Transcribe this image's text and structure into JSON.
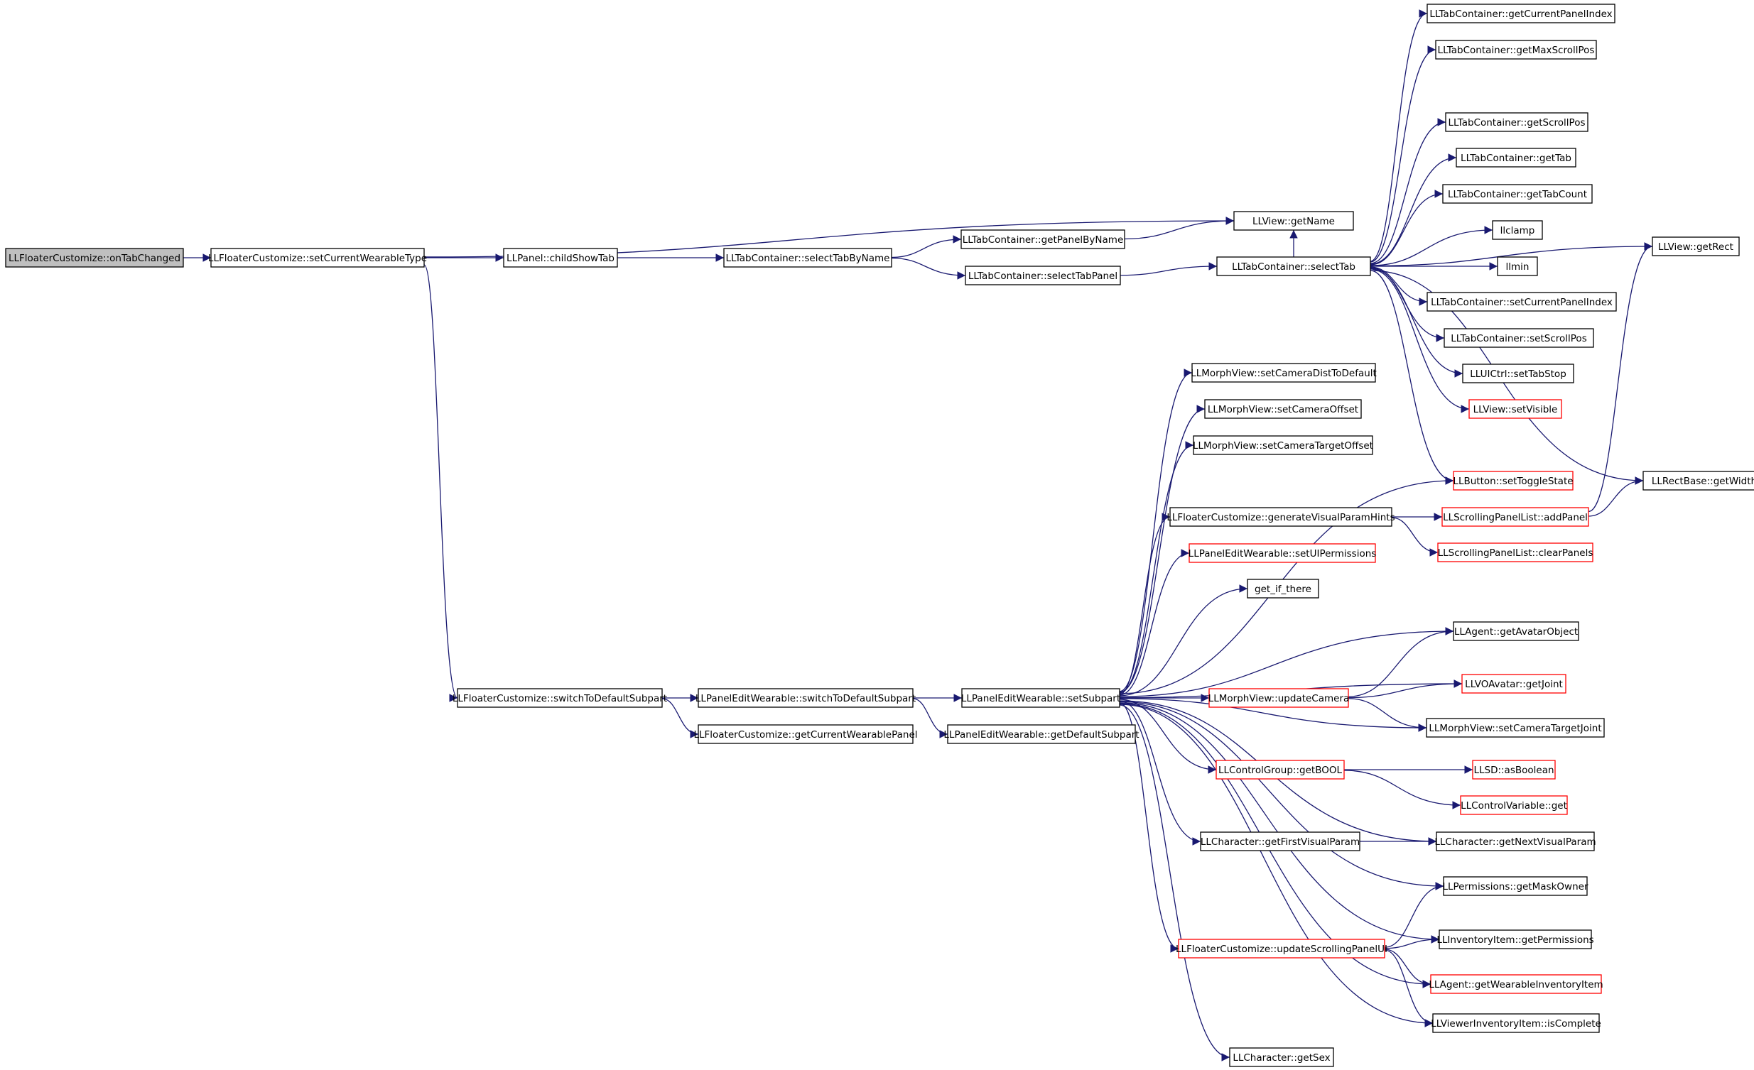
{
  "colors": {
    "edge": "#191970",
    "node_border": "#000000",
    "node_border_truncated": "#ff0000",
    "root_fill": "#bfbfbf",
    "node_fill": "#ffffff",
    "text": "#000000"
  },
  "nodes": [
    {
      "id": "root",
      "label": "LLFloaterCustomize::onTabChanged",
      "root": true
    },
    {
      "id": "setCWT",
      "label": "LLFloaterCustomize::setCurrentWearableType"
    },
    {
      "id": "childShowTab",
      "label": "LLPanel::childShowTab"
    },
    {
      "id": "selectTabByName",
      "label": "LLTabContainer::selectTabByName"
    },
    {
      "id": "getPanelByName",
      "label": "LLTabContainer::getPanelByName"
    },
    {
      "id": "selectTabPanel",
      "label": "LLTabContainer::selectTabPanel"
    },
    {
      "id": "getName",
      "label": "LLView::getName"
    },
    {
      "id": "selectTab",
      "label": "LLTabContainer::selectTab"
    },
    {
      "id": "getCurrentPanelIndex",
      "label": "LLTabContainer::getCurrentPanelIndex"
    },
    {
      "id": "getMaxScrollPos",
      "label": "LLTabContainer::getMaxScrollPos"
    },
    {
      "id": "getScrollPos",
      "label": "LLTabContainer::getScrollPos"
    },
    {
      "id": "getTab",
      "label": "LLTabContainer::getTab"
    },
    {
      "id": "getTabCount",
      "label": "LLTabContainer::getTabCount"
    },
    {
      "id": "llclamp",
      "label": "llclamp"
    },
    {
      "id": "llmin",
      "label": "llmin"
    },
    {
      "id": "setCurrentPanelIndex",
      "label": "LLTabContainer::setCurrentPanelIndex"
    },
    {
      "id": "setScrollPos",
      "label": "LLTabContainer::setScrollPos"
    },
    {
      "id": "setTabStop",
      "label": "LLUICtrl::setTabStop"
    },
    {
      "id": "setVisible",
      "label": "LLView::setVisible",
      "truncated": true
    },
    {
      "id": "setToggleState",
      "label": "LLButton::setToggleState",
      "truncated": true
    },
    {
      "id": "getRect",
      "label": "LLView::getRect"
    },
    {
      "id": "getWidth",
      "label": "LLRectBase::getWidth"
    },
    {
      "id": "setCameraDistToDefault",
      "label": "LLMorphView::setCameraDistToDefault"
    },
    {
      "id": "setCameraOffset",
      "label": "LLMorphView::setCameraOffset"
    },
    {
      "id": "setCameraTargetOffset",
      "label": "LLMorphView::setCameraTargetOffset"
    },
    {
      "id": "genVPH",
      "label": "LLFloaterCustomize::generateVisualParamHints"
    },
    {
      "id": "addPanel",
      "label": "LLScrollingPanelList::addPanel",
      "truncated": true
    },
    {
      "id": "clearPanels",
      "label": "LLScrollingPanelList::clearPanels",
      "truncated": true
    },
    {
      "id": "setUIPermissions",
      "label": "LLPanelEditWearable::setUIPermissions",
      "truncated": true
    },
    {
      "id": "get_if_there",
      "label": "get_if_there"
    },
    {
      "id": "getAvatarObject",
      "label": "LLAgent::getAvatarObject"
    },
    {
      "id": "getJoint",
      "label": "LLVOAvatar::getJoint",
      "truncated": true
    },
    {
      "id": "updateCamera",
      "label": "LLMorphView::updateCamera",
      "truncated": true
    },
    {
      "id": "setCameraTargetJoint",
      "label": "LLMorphView::setCameraTargetJoint"
    },
    {
      "id": "switchFC",
      "label": "LLFloaterCustomize::switchToDefaultSubpart"
    },
    {
      "id": "switchPEW",
      "label": "LLPanelEditWearable::switchToDefaultSubpart"
    },
    {
      "id": "setSubpart",
      "label": "LLPanelEditWearable::setSubpart"
    },
    {
      "id": "getCWP",
      "label": "LLFloaterCustomize::getCurrentWearablePanel"
    },
    {
      "id": "getDefaultSubpart",
      "label": "LLPanelEditWearable::getDefaultSubpart"
    },
    {
      "id": "getBOOL",
      "label": "LLControlGroup::getBOOL",
      "truncated": true
    },
    {
      "id": "asBoolean",
      "label": "LLSD::asBoolean",
      "truncated": true
    },
    {
      "id": "cvGet",
      "label": "LLControlVariable::get",
      "truncated": true
    },
    {
      "id": "getFirstVP",
      "label": "LLCharacter::getFirstVisualParam"
    },
    {
      "id": "getNextVP",
      "label": "LLCharacter::getNextVisualParam"
    },
    {
      "id": "getMaskOwner",
      "label": "LLPermissions::getMaskOwner"
    },
    {
      "id": "getPermissions",
      "label": "LLInventoryItem::getPermissions"
    },
    {
      "id": "updateSPUI",
      "label": "LLFloaterCustomize::updateScrollingPanelUI",
      "truncated": true
    },
    {
      "id": "getWII",
      "label": "LLAgent::getWearableInventoryItem",
      "truncated": true
    },
    {
      "id": "isComplete",
      "label": "LLViewerInventoryItem::isComplete"
    },
    {
      "id": "getSex",
      "label": "LLCharacter::getSex"
    }
  ],
  "edges": [
    [
      "root",
      "setCWT"
    ],
    [
      "setCWT",
      "getName"
    ],
    [
      "setCWT",
      "childShowTab"
    ],
    [
      "setCWT",
      "switchFC"
    ],
    [
      "childShowTab",
      "selectTabByName"
    ],
    [
      "selectTabByName",
      "getPanelByName"
    ],
    [
      "selectTabByName",
      "selectTabPanel"
    ],
    [
      "getPanelByName",
      "getName"
    ],
    [
      "selectTabPanel",
      "selectTab"
    ],
    [
      "selectTab",
      "getCurrentPanelIndex"
    ],
    [
      "selectTab",
      "getMaxScrollPos"
    ],
    [
      "selectTab",
      "getRect"
    ],
    [
      "selectTab",
      "getScrollPos"
    ],
    [
      "selectTab",
      "getTab"
    ],
    [
      "selectTab",
      "getTabCount"
    ],
    [
      "selectTab",
      "llclamp"
    ],
    [
      "selectTab",
      "llmin"
    ],
    [
      "selectTab",
      "setCurrentPanelIndex"
    ],
    [
      "selectTab",
      "setScrollPos"
    ],
    [
      "selectTab",
      "setTabStop"
    ],
    [
      "selectTab",
      "setVisible"
    ],
    [
      "selectTab",
      "setToggleState"
    ],
    [
      "selectTab",
      "getWidth"
    ],
    [
      "selectTab",
      "getName"
    ],
    [
      "switchFC",
      "switchPEW"
    ],
    [
      "switchFC",
      "getCWP"
    ],
    [
      "switchPEW",
      "setSubpart"
    ],
    [
      "switchPEW",
      "getDefaultSubpart"
    ],
    [
      "setSubpart",
      "setCameraDistToDefault"
    ],
    [
      "setSubpart",
      "setCameraOffset"
    ],
    [
      "setSubpart",
      "setCameraTargetOffset"
    ],
    [
      "setSubpart",
      "setToggleState"
    ],
    [
      "setSubpart",
      "genVPH"
    ],
    [
      "setSubpart",
      "setUIPermissions"
    ],
    [
      "setSubpart",
      "get_if_there"
    ],
    [
      "setSubpart",
      "getAvatarObject"
    ],
    [
      "setSubpart",
      "getJoint"
    ],
    [
      "setSubpart",
      "updateCamera"
    ],
    [
      "setSubpart",
      "setCameraTargetJoint"
    ],
    [
      "setSubpart",
      "getBOOL"
    ],
    [
      "setSubpart",
      "getNextVP"
    ],
    [
      "setSubpart",
      "getFirstVP"
    ],
    [
      "setSubpart",
      "getMaskOwner"
    ],
    [
      "setSubpart",
      "getPermissions"
    ],
    [
      "setSubpart",
      "updateSPUI"
    ],
    [
      "setSubpart",
      "getWII"
    ],
    [
      "setSubpart",
      "isComplete"
    ],
    [
      "setSubpart",
      "getSex"
    ],
    [
      "genVPH",
      "addPanel"
    ],
    [
      "genVPH",
      "clearPanels"
    ],
    [
      "addPanel",
      "getWidth"
    ],
    [
      "addPanel",
      "getRect"
    ],
    [
      "updateCamera",
      "getAvatarObject"
    ],
    [
      "updateCamera",
      "getJoint"
    ],
    [
      "updateCamera",
      "setCameraTargetJoint"
    ],
    [
      "getBOOL",
      "asBoolean"
    ],
    [
      "getBOOL",
      "cvGet"
    ],
    [
      "getFirstVP",
      "getNextVP"
    ],
    [
      "updateSPUI",
      "getMaskOwner"
    ],
    [
      "updateSPUI",
      "getPermissions"
    ],
    [
      "updateSPUI",
      "getWII"
    ],
    [
      "updateSPUI",
      "isComplete"
    ]
  ]
}
